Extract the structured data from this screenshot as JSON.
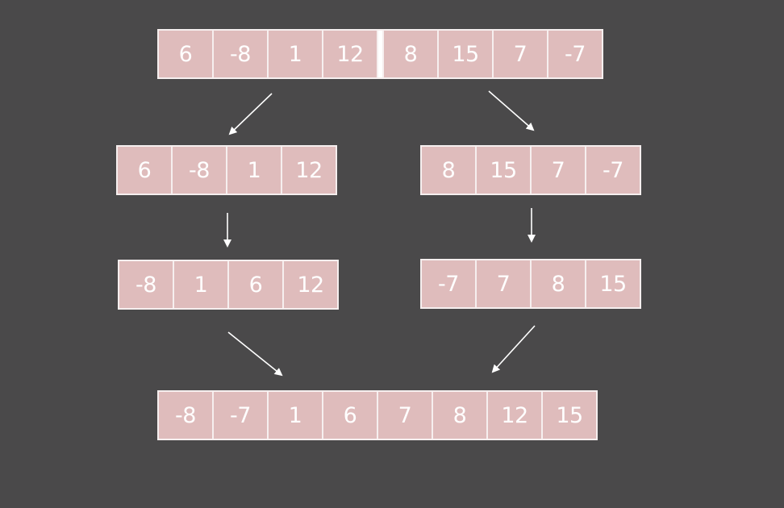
{
  "diagram": {
    "original": [
      "6",
      "-8",
      "1",
      "12",
      "8",
      "15",
      "7",
      "-7"
    ],
    "left_half": [
      "6",
      "-8",
      "1",
      "12"
    ],
    "right_half": [
      "8",
      "15",
      "7",
      "-7"
    ],
    "left_sorted": [
      "-8",
      "1",
      "6",
      "12"
    ],
    "right_sorted": [
      "-7",
      "7",
      "8",
      "15"
    ],
    "merged": [
      "-8",
      "-7",
      "1",
      "6",
      "7",
      "8",
      "12",
      "15"
    ]
  },
  "colors": {
    "background": "#4a494a",
    "cell_fill": "#dfbcbc",
    "cell_border": "#f6efef",
    "text": "#ffffff",
    "arrow": "#ffffff"
  }
}
